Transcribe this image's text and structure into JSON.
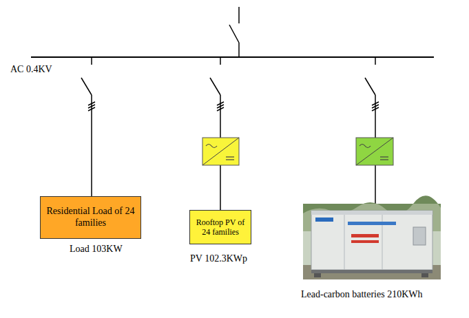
{
  "diagram": {
    "nodes": [
      {
        "text": [
          "Residential Load of 24 families",
          "Load 103KW"
        ]
      },
      {
        "text": [
          "Rooftop PV of 24 families",
          "PV 102.3KWp"
        ]
      }
    ],
    "labels": [
      "AC 0.4KV",
      "Lead-carbon batteries 210KWh"
    ]
  }
}
